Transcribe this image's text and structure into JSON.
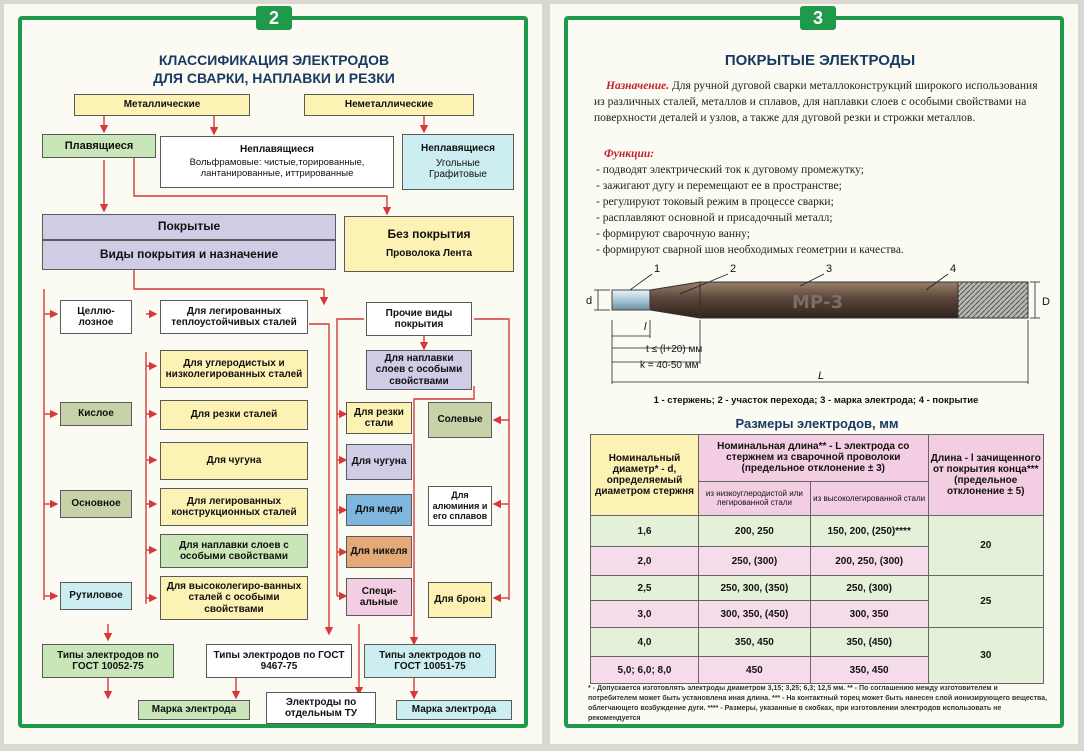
{
  "left": {
    "page_number": "2",
    "title_line1": "КЛАССИФИКАЦИЯ ЭЛЕКТРОДОВ",
    "title_line2": "ДЛЯ СВАРКИ, НАПЛАВКИ И РЕЗКИ",
    "metallic": "Металлические",
    "nonmetallic": "Неметаллические",
    "melting": "Плавящиеся",
    "nonmelting_title": "Неплавящиеся",
    "nonmelting_text": "Вольфрамовые: чистые,торированные, лантанированные, иттрированные",
    "nonmelting2_title": "Неплавящиеся",
    "nonmelting2_text": "Угольные Графитовые",
    "coated": "Покрытые",
    "coating_types": "Виды покрытия и назначение",
    "uncoated_title": "Без покрытия",
    "uncoated_text": "Проволока Лента",
    "types": [
      "Целлю-лозное",
      "Кислое",
      "Основное",
      "Рутиловое"
    ],
    "purposes": [
      "Для легированных теплоустойчивых сталей",
      "Для углеродистых и низколегированных сталей",
      "Для резки сталей",
      "Для чугуна",
      "Для легированных конструкционных сталей",
      "Для наплавки слоев с особыми свойствами",
      "Для высоколегиро-ванных сталей с особыми свойствами"
    ],
    "other_types": "Прочие виды покрытия",
    "surfacing": "Для наплавки слоев с особыми свойствами",
    "mid_col": [
      "Для резки стали",
      "Для чугуна",
      "Для меди",
      "Для никеля",
      "Специ-альные"
    ],
    "right_col": [
      "Солевые",
      "Для алюминия и его сплавов",
      "Для бронз"
    ],
    "gost1": "Типы электродов по ГОСТ 10052-75",
    "gost2": "Типы электродов по ГОСТ 9467-75",
    "gost3": "Типы электродов по ГОСТ 10051-75",
    "mark1": "Марка электрода",
    "mark2": "Марка электрода",
    "tu": "Электроды по отдельным ТУ"
  },
  "right": {
    "page_number": "3",
    "title": "ПОКРЫТЫЕ ЭЛЕКТРОДЫ",
    "purpose_label": "Назначение.",
    "purpose_text": "Для ручной дуговой сварки металлоконструкций широкого использования из различных сталей, металлов и сплавов, для наплавки слоев с особыми свойствами на поверхности деталей и узлов, а также для дуговой резки и строжки металлов.",
    "functions_label": "Функции:",
    "functions": [
      "- подводят электрический ток к дуговому промежутку;",
      "- зажигают дугу и перемещают ее в пространстве;",
      "- регулируют токовый режим в процессе сварки;",
      "- расплавляют основной и присадочный металл;",
      "- формируют сварочную ванну;",
      "- формируют сварной шов необходимых геометрии и качества."
    ],
    "diagram": {
      "electrode_mark": "МР-3",
      "callouts": [
        "1",
        "2",
        "3",
        "4"
      ],
      "d": "d",
      "D": "D",
      "l": "l",
      "t": "t ≤ (l+20) мм",
      "k": "k = 40-50 мм",
      "L": "L",
      "caption": "1 - стержень; 2 - участок перехода; 3 - марка электрода; 4 - покрытие"
    },
    "table_title": "Размеры электродов, мм",
    "table": {
      "h1": "Номинальный диаметр* - d, определяемый диаметром стержня",
      "h2": "Номинальная длина** - L электрода со стержнем из сварочной проволоки (предельное отклонение ± 3)",
      "h3": "Длина - l зачищенного от покрытия конца*** (предельное отклонение ± 5)",
      "sub1": "из низкоуглеродистой или легированной стали",
      "sub2": "из высоколегированной стали",
      "rows": [
        [
          "1,6",
          "200, 250",
          "150, 200, (250)****"
        ],
        [
          "2,0",
          "250, (300)",
          "200, 250, (300)"
        ],
        [
          "2,5",
          "250, 300, (350)",
          "250, (300)"
        ],
        [
          "3,0",
          "300, 350, (450)",
          "300, 350"
        ],
        [
          "4,0",
          "350, 450",
          "350, (450)"
        ],
        [
          "5,0; 6,0; 8,0",
          "450",
          "350, 450"
        ]
      ],
      "last_col": [
        "20",
        "25",
        "30"
      ]
    },
    "footnote": "* - Допускается изготовлять электроды диаметром 3,15; 3,25; 6,3; 12,5 мм. ** - По соглашению между изготовителем и потребителем может быть установлена иная длина. *** - На контактный торец может быть нанесен слой ионизирующего вещества, облегчающего возбуждение дуги. **** - Размеры, указанные в скобках, при изготовлении электродов использовать не рекомендуется"
  }
}
